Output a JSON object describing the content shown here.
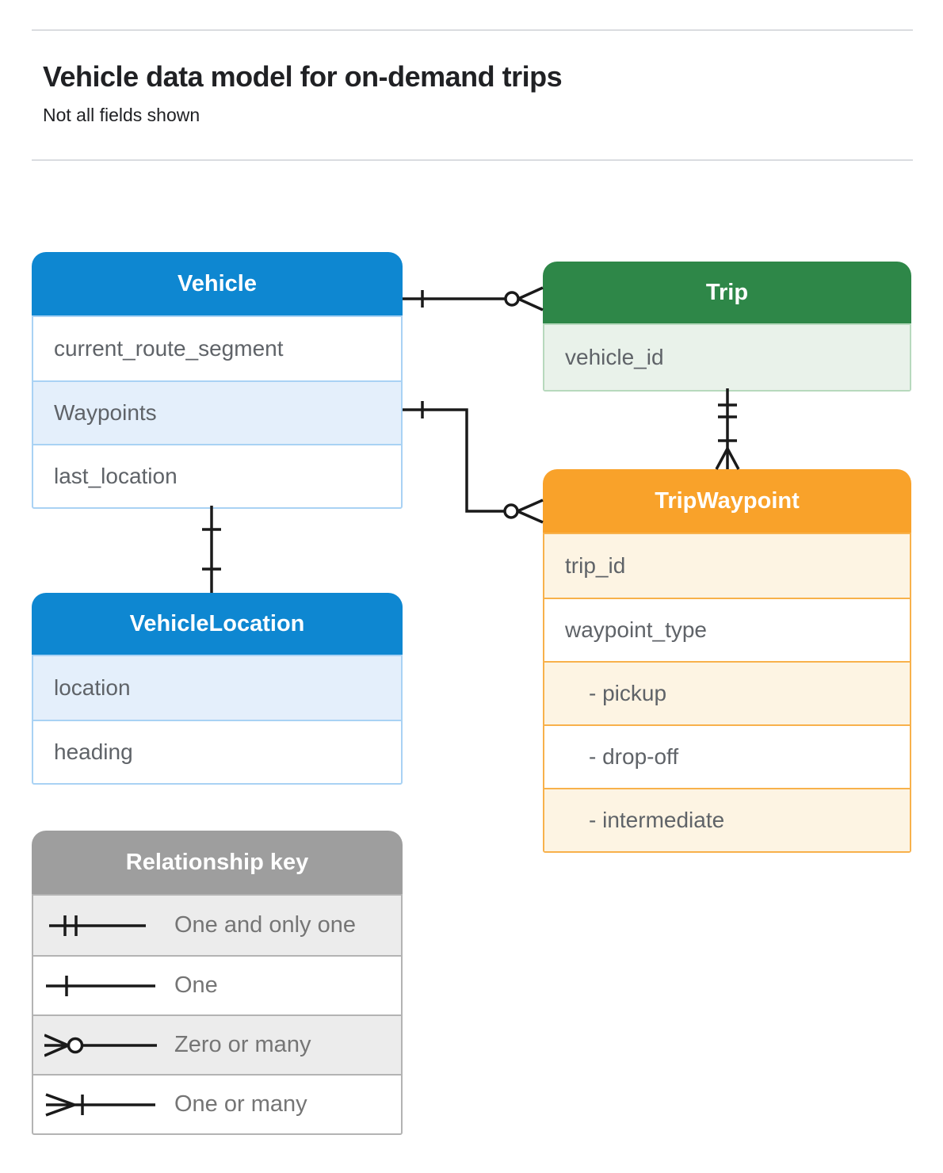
{
  "header": {
    "title": "Vehicle data model for on-demand trips",
    "subtitle": "Not all fields shown"
  },
  "entities": {
    "vehicle": {
      "title": "Vehicle",
      "fields": [
        "current_route_segment",
        "Waypoints",
        "last_location"
      ]
    },
    "trip": {
      "title": "Trip",
      "fields": [
        "vehicle_id"
      ]
    },
    "trip_waypoint": {
      "title": "TripWaypoint",
      "fields": [
        "trip_id",
        "waypoint_type",
        "- pickup",
        "- drop-off",
        "- intermediate"
      ]
    },
    "vehicle_location": {
      "title": "VehicleLocation",
      "fields": [
        "location",
        "heading"
      ]
    }
  },
  "legend": {
    "title": "Relationship key",
    "items": [
      "One and only one",
      "One",
      "Zero or many",
      "One or many"
    ]
  },
  "relationships": [
    {
      "from": "Vehicle",
      "to": "Trip",
      "from_cardinality": "one",
      "to_cardinality": "zero or many"
    },
    {
      "from": "Vehicle.Waypoints",
      "to": "TripWaypoint",
      "from_cardinality": "one",
      "to_cardinality": "zero or many"
    },
    {
      "from": "Trip.vehicle_id",
      "to": "TripWaypoint",
      "from_cardinality": "one and only one",
      "to_cardinality": "one or many"
    },
    {
      "from": "Vehicle",
      "to": "VehicleLocation",
      "from_cardinality": "one",
      "to_cardinality": "one"
    }
  ],
  "colors": {
    "blue_header": "#0e87d1",
    "blue_tint": "#e4effb",
    "blue_border": "#a9d2f4",
    "green_header": "#2e8748",
    "green_tint": "#e9f2ea",
    "green_border": "#b7d9bd",
    "orange_header": "#f9a22a",
    "orange_tint": "#fdf4e3",
    "orange_border": "#f8b14b",
    "gray_header": "#9e9e9e",
    "gray_tint": "#ececec",
    "gray_border": "#b3b3b3",
    "field_text": "#5f6368",
    "legend_text": "#757575",
    "title_text": "#202124",
    "connector": "#1a1a1a",
    "divider": "#dadce0"
  }
}
